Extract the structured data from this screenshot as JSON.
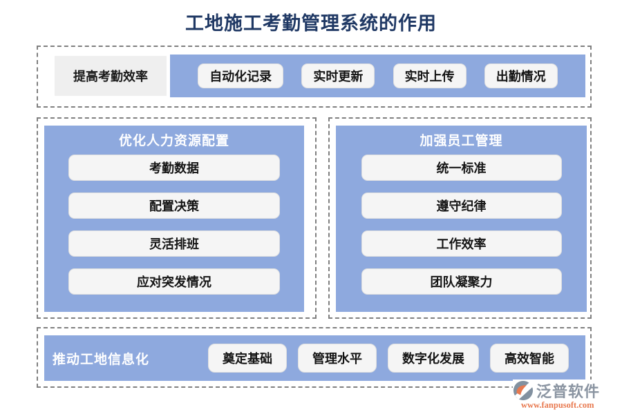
{
  "title": "工地施工考勤管理系统的作用",
  "colors": {
    "accent_blue": "#8EA9DE",
    "title_navy": "#1F3864",
    "button_bg": "#F5F5F5",
    "label_gray": "#EFEFEF",
    "dash_gray": "#7F7F7F",
    "logo_gray": "#8A94A1",
    "logo_orange": "#E8794F"
  },
  "top_section": {
    "label": "提高考勤效率",
    "items": [
      "自动化记录",
      "实时更新",
      "实时上传",
      "出勤情况"
    ]
  },
  "left_panel": {
    "header": "优化人力资源配置",
    "items": [
      "考勤数据",
      "配置决策",
      "灵活排班",
      "应对突发情况"
    ]
  },
  "right_panel": {
    "header": "加强员工管理",
    "items": [
      "统一标准",
      "遵守纪律",
      "工作效率",
      "团队凝聚力"
    ]
  },
  "bottom_section": {
    "label": "推动工地信息化",
    "items": [
      "奠定基础",
      "管理水平",
      "数字化发展",
      "高效智能"
    ]
  },
  "logo": {
    "name": "泛普软件",
    "url": "www.fanpusoft.com"
  }
}
